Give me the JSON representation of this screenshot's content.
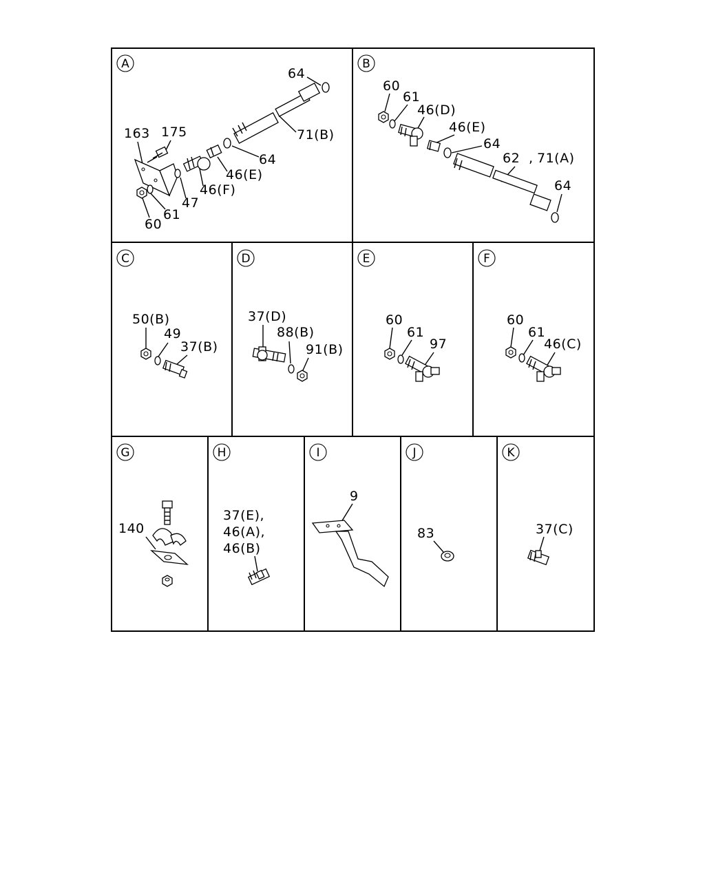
{
  "panels": {
    "A": {
      "letter": "A",
      "labels": {
        "l64a": "64",
        "l163": "163",
        "l175": "175",
        "l71B": "71(B)",
        "l64b": "64",
        "l46E": "46(E)",
        "l46F": "46(F)",
        "l47": "47",
        "l61": "61",
        "l60": "60"
      }
    },
    "B": {
      "letter": "B",
      "labels": {
        "l60": "60",
        "l61": "61",
        "l46D": "46(D)",
        "l46E": "46(E)",
        "l64a": "64",
        "l62": "62",
        "l71A": "71(A)",
        "l64b": "64"
      }
    },
    "C": {
      "letter": "C",
      "labels": {
        "l50B": "50(B)",
        "l49": "49",
        "l37B": "37(B)"
      }
    },
    "D": {
      "letter": "D",
      "labels": {
        "l37D": "37(D)",
        "l88B": "88(B)",
        "l91B": "91(B)"
      }
    },
    "E": {
      "letter": "E",
      "labels": {
        "l60": "60",
        "l61": "61",
        "l97": "97"
      }
    },
    "F": {
      "letter": "F",
      "labels": {
        "l60": "60",
        "l61": "61",
        "l46C": "46(C)"
      }
    },
    "G": {
      "letter": "G",
      "labels": {
        "l140": "140"
      }
    },
    "H": {
      "letter": "H",
      "labels": {
        "l37E": "37(E),",
        "l46A": "46(A),",
        "l46B": "46(B)"
      }
    },
    "I": {
      "letter": "I",
      "labels": {
        "l9": "9"
      }
    },
    "J": {
      "letter": "J",
      "labels": {
        "l83": "83"
      }
    },
    "K": {
      "letter": "K",
      "labels": {
        "l37C": "37(C)"
      }
    }
  }
}
